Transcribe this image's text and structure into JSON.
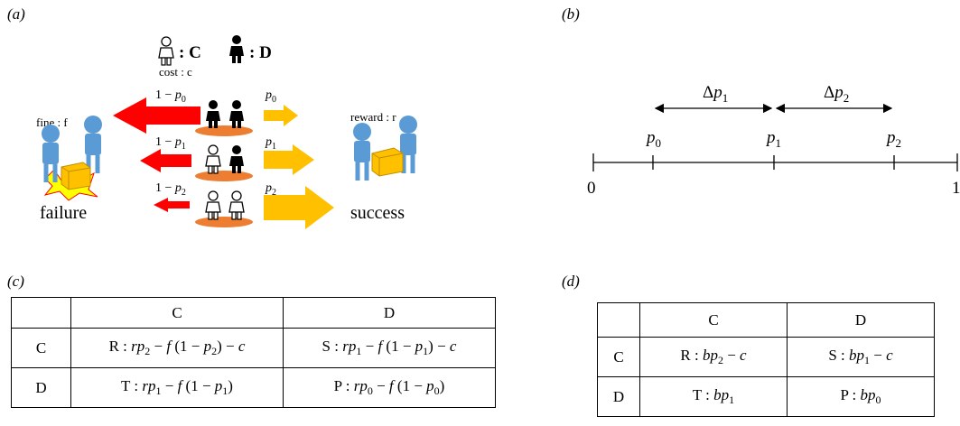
{
  "panels": {
    "a": "(a)",
    "b": "(b)",
    "c": "(c)",
    "d": "(d)"
  },
  "panel_a": {
    "legend_c": ": C",
    "legend_d": ": D",
    "cost": "cost : c",
    "fine": "fine : f",
    "reward": "reward : r",
    "failure": "failure",
    "success": "success",
    "fail_probs": [
      "1 − p0",
      "1 − p1",
      "1 − p2"
    ],
    "success_probs": [
      "p0",
      "p1",
      "p2"
    ],
    "colors": {
      "fail_arrow": "#ff0000",
      "success_arrow": "#ffc000",
      "person_blue": "#5b9bd5",
      "disk": "#ed7d31",
      "box": "#ffc000"
    }
  },
  "panel_b": {
    "ticks": [
      "p0",
      "p1",
      "p2"
    ],
    "ends": [
      "0",
      "1"
    ],
    "deltas": [
      "Δp1",
      "Δp2"
    ]
  },
  "table_c": {
    "headers": [
      "",
      "C",
      "D"
    ],
    "rows": [
      {
        "label": "C",
        "cells": [
          "R : rp2 − f (1 − p2) − c",
          "S : rp1 − f (1 − p1) − c"
        ]
      },
      {
        "label": "D",
        "cells": [
          "T : rp1 − f (1 − p1)",
          "P : rp0 − f (1 − p0)"
        ]
      }
    ]
  },
  "table_d": {
    "headers": [
      "",
      "C",
      "D"
    ],
    "rows": [
      {
        "label": "C",
        "cells": [
          "R : bp2 − c",
          "S : bp1 − c"
        ]
      },
      {
        "label": "D",
        "cells": [
          "T : bp1",
          "P : bp0"
        ]
      }
    ]
  }
}
